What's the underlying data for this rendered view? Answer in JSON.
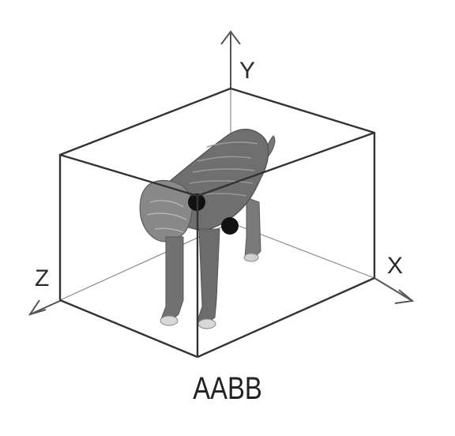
{
  "figure": {
    "caption": "AABB",
    "axes": {
      "y_label": "Y",
      "x_label": "X",
      "z_label": "Z"
    },
    "object_icon": "dog-model-icon",
    "colors": {
      "box_edges": "#333333",
      "axis_lines": "#555555",
      "model_body": "#6f6f6f",
      "contact_points": "#111111"
    }
  }
}
